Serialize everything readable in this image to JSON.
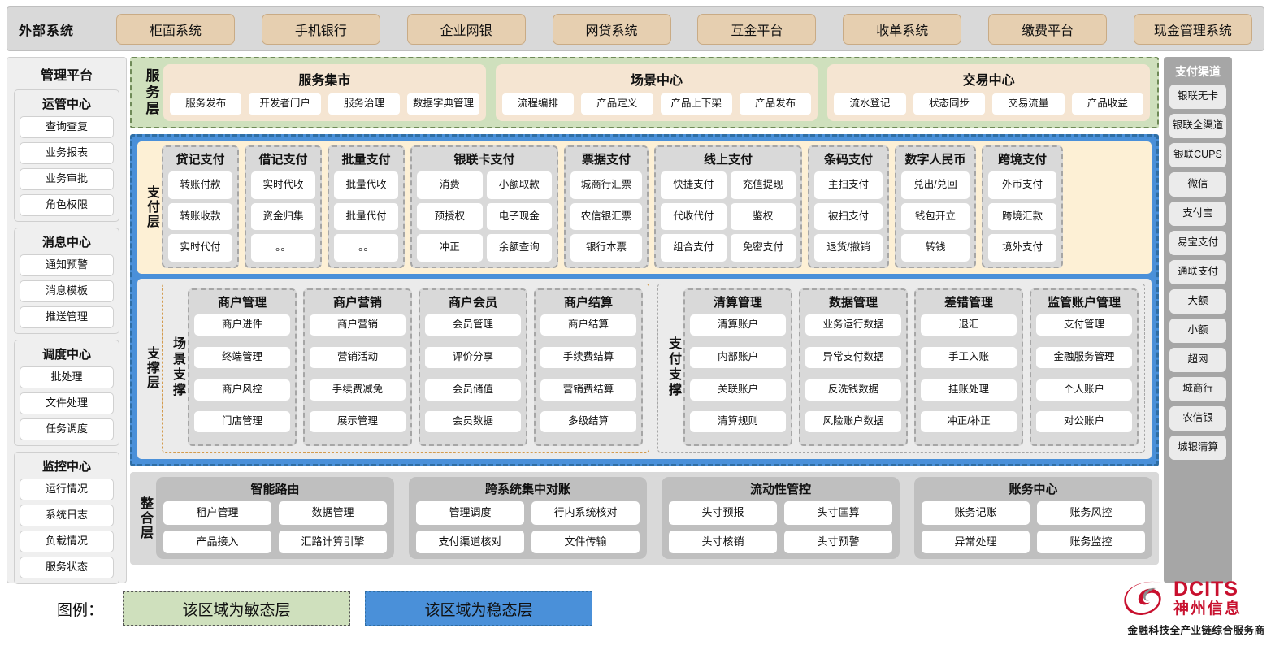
{
  "external": {
    "title": "外部系统",
    "items": [
      "柜面系统",
      "手机银行",
      "企业网银",
      "网贷系统",
      "互金平台",
      "收单系统",
      "缴费平台",
      "现金管理系统"
    ]
  },
  "left_sidebar": {
    "title": "管理平台",
    "groups": [
      {
        "title": "运管中心",
        "items": [
          "查询查复",
          "业务报表",
          "业务审批",
          "角色权限"
        ]
      },
      {
        "title": "消息中心",
        "items": [
          "通知预警",
          "消息模板",
          "推送管理"
        ]
      },
      {
        "title": "调度中心",
        "items": [
          "批处理",
          "文件处理",
          "任务调度"
        ]
      },
      {
        "title": "监控中心",
        "items": [
          "运行情况",
          "系统日志",
          "负载情况",
          "服务状态"
        ]
      }
    ]
  },
  "right_sidebar": {
    "title": "支付渠道",
    "items": [
      "银联无卡",
      "银联全渠道",
      "银联CUPS",
      "微信",
      "支付宝",
      "易宝支付",
      "通联支付",
      "大额",
      "小额",
      "超网",
      "城商行",
      "农信银",
      "城银清算"
    ]
  },
  "service_layer": {
    "label": "服务层",
    "cards": [
      {
        "title": "服务集市",
        "items": [
          "服务发布",
          "开发者门户",
          "服务治理",
          "数据字典管理"
        ]
      },
      {
        "title": "场景中心",
        "items": [
          "流程编排",
          "产品定义",
          "产品上下架",
          "产品发布"
        ]
      },
      {
        "title": "交易中心",
        "items": [
          "流水登记",
          "状态同步",
          "交易流量",
          "产品收益"
        ]
      }
    ]
  },
  "payment_layer": {
    "label": "支付层",
    "groups": [
      {
        "title": "贷记支付",
        "cols": 1,
        "items": [
          "转账付款",
          "转账收款",
          "实时代付"
        ]
      },
      {
        "title": "借记支付",
        "cols": 1,
        "items": [
          "实时代收",
          "资金归集",
          "。。"
        ]
      },
      {
        "title": "批量支付",
        "cols": 1,
        "items": [
          "批量代收",
          "批量代付",
          "。。"
        ]
      },
      {
        "title": "银联卡支付",
        "cols": 2,
        "items": [
          "消费",
          "小额取款",
          "预授权",
          "电子现金",
          "冲正",
          "余额查询"
        ]
      },
      {
        "title": "票据支付",
        "cols": 1,
        "items": [
          "城商行汇票",
          "农信银汇票",
          "银行本票"
        ]
      },
      {
        "title": "线上支付",
        "cols": 2,
        "items": [
          "快捷支付",
          "充值提现",
          "代收代付",
          "鉴权",
          "组合支付",
          "免密支付"
        ]
      },
      {
        "title": "条码支付",
        "cols": 1,
        "items": [
          "主扫支付",
          "被扫支付",
          "退货/撤销"
        ]
      },
      {
        "title": "数字人民币",
        "cols": 1,
        "items": [
          "兑出/兑回",
          "钱包开立",
          "转钱"
        ]
      },
      {
        "title": "跨境支付",
        "cols": 1,
        "items": [
          "外币支付",
          "跨境汇款",
          "境外支付"
        ]
      }
    ]
  },
  "support_layer": {
    "label": "支撑层",
    "scene": {
      "label": "场景支撑",
      "groups": [
        {
          "title": "商户管理",
          "items": [
            "商户进件",
            "终端管理",
            "商户风控",
            "门店管理"
          ]
        },
        {
          "title": "商户营销",
          "items": [
            "商户营销",
            "营销活动",
            "手续费减免",
            "展示管理"
          ]
        },
        {
          "title": "商户会员",
          "items": [
            "会员管理",
            "评价分享",
            "会员储值",
            "会员数据"
          ]
        },
        {
          "title": "商户结算",
          "items": [
            "商户结算",
            "手续费结算",
            "营销费结算",
            "多级结算"
          ]
        }
      ]
    },
    "paysupport": {
      "label": "支付支撑",
      "groups": [
        {
          "title": "清算管理",
          "items": [
            "清算账户",
            "内部账户",
            "关联账户",
            "清算规则"
          ]
        },
        {
          "title": "数据管理",
          "items": [
            "业务运行数据",
            "异常支付数据",
            "反洗钱数据",
            "风险账户数据"
          ]
        },
        {
          "title": "差错管理",
          "items": [
            "退汇",
            "手工入账",
            "挂账处理",
            "冲正/补正"
          ]
        },
        {
          "title": "监管账户管理",
          "items": [
            "支付管理",
            "金融服务管理",
            "个人账户",
            "对公账户"
          ]
        }
      ]
    }
  },
  "integration_layer": {
    "label": "整合层",
    "cards": [
      {
        "title": "智能路由",
        "items": [
          "租户管理",
          "数据管理",
          "产品接入",
          "汇路计算引擎"
        ]
      },
      {
        "title": "跨系统集中对账",
        "items": [
          "管理调度",
          "行内系统核对",
          "支付渠道核对",
          "文件传输"
        ]
      },
      {
        "title": "流动性管控",
        "items": [
          "头寸预报",
          "头寸匡算",
          "头寸核销",
          "头寸预警"
        ]
      },
      {
        "title": "账务中心",
        "items": [
          "账务记账",
          "账务风控",
          "异常处理",
          "账务监控"
        ]
      }
    ]
  },
  "legend": {
    "label": "图例：",
    "agile": "该区域为敏态层",
    "stable": "该区域为稳态层"
  },
  "logo": {
    "brand": "DCITS",
    "brand_cn": "神州信息",
    "tagline": "金融科技全产业链综合服务商"
  },
  "colors": {
    "agile_green": "#cfe0bd",
    "stable_blue": "#4a90d9",
    "payment_yellow": "#fdf0d5",
    "external_tan": "#e6cfb0",
    "brand_red": "#c8102e"
  }
}
